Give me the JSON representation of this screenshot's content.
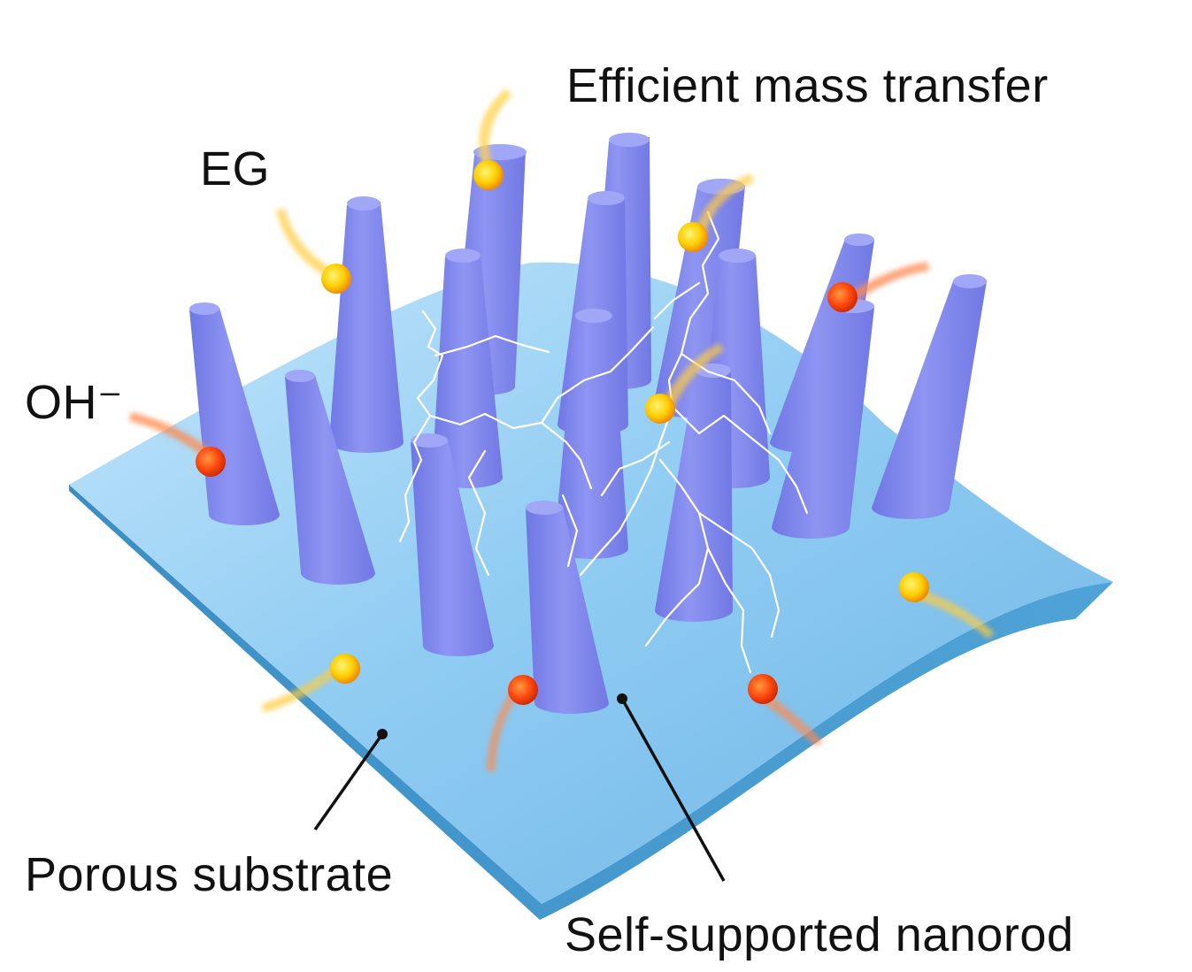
{
  "labels": {
    "efficient_mass_transfer": "Efficient mass transfer",
    "eg": "EG",
    "oh": "OH⁻",
    "porous_substrate": "Porous substrate",
    "self_supported_nanorod": "Self-supported nanorod"
  },
  "colors": {
    "substrate_top": "#8cc8f0",
    "substrate_edge": "#3a8fc4",
    "nanorod": "#7f86ec",
    "eg_particle": "#ffd000",
    "oh_particle": "#ff4a10",
    "leader_line": "#111111",
    "lightning": "#ffffff"
  }
}
